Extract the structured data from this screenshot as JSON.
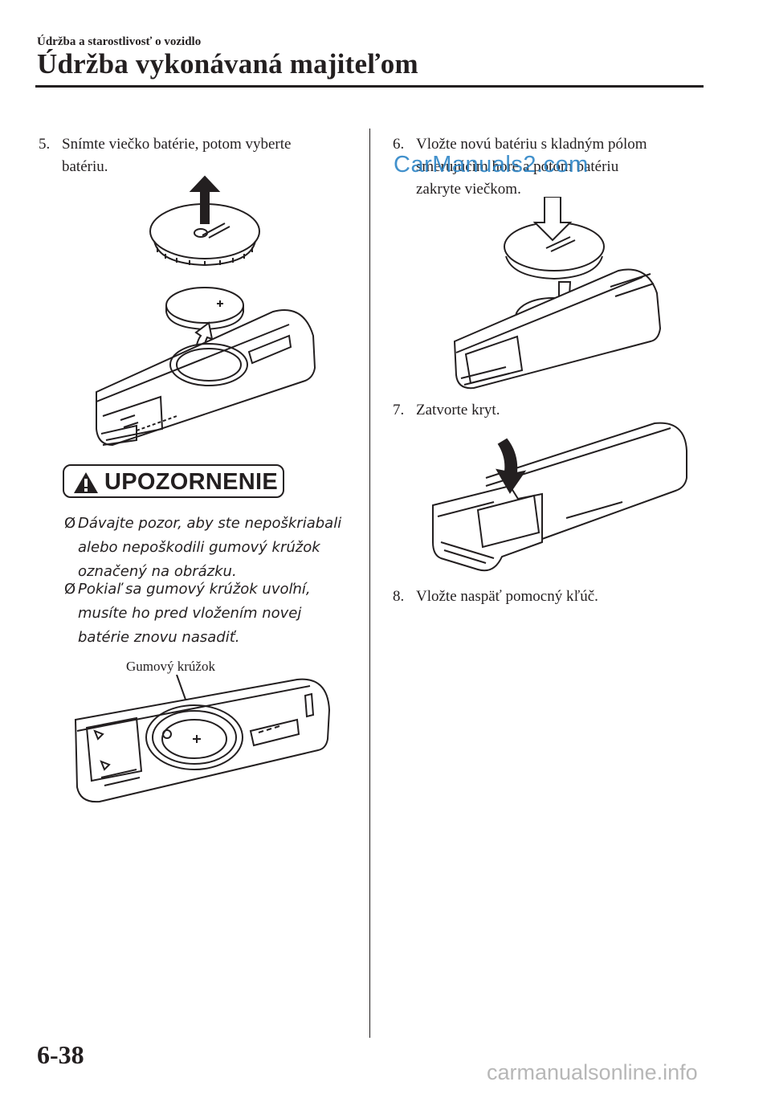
{
  "header": {
    "section": "Údržba a starostlivosť o vozidlo",
    "title": "Údržba vykonávaná majiteľom"
  },
  "left": {
    "step5": {
      "num": "5.",
      "line1": "Snímte viečko batérie, potom vyberte",
      "line2": "batériu."
    },
    "caution": {
      "title": "UPOZORNENIE",
      "items": [
        {
          "bullet": "Ø",
          "lines": [
            "Dávajte pozor, aby ste nepoškriabali",
            "alebo nepoškodili gumový krúžok",
            "označený na obrázku."
          ]
        },
        {
          "bullet": "Ø",
          "lines": [
            "Pokiaľ sa gumový krúžok uvoľní,",
            "musíte ho pred vložením novej",
            "batérie znovu nasadiť."
          ]
        }
      ]
    },
    "figure_label": "Gumový krúžok"
  },
  "right": {
    "step6": {
      "num": "6.",
      "line1": "Vložte novú batériu s kladným pólom",
      "line2": "smerujúcim hore a potom batériu",
      "line3": "zakryte viečkom."
    },
    "step7": {
      "num": "7.",
      "text": "Zatvorte kryt."
    },
    "step8": {
      "num": "8.",
      "text": "Vložte naspäť pomocný kľúč."
    }
  },
  "watermark": "CarManuals2.com",
  "footer": {
    "page_number": "6-38",
    "site": "carmanualsonline.info"
  }
}
